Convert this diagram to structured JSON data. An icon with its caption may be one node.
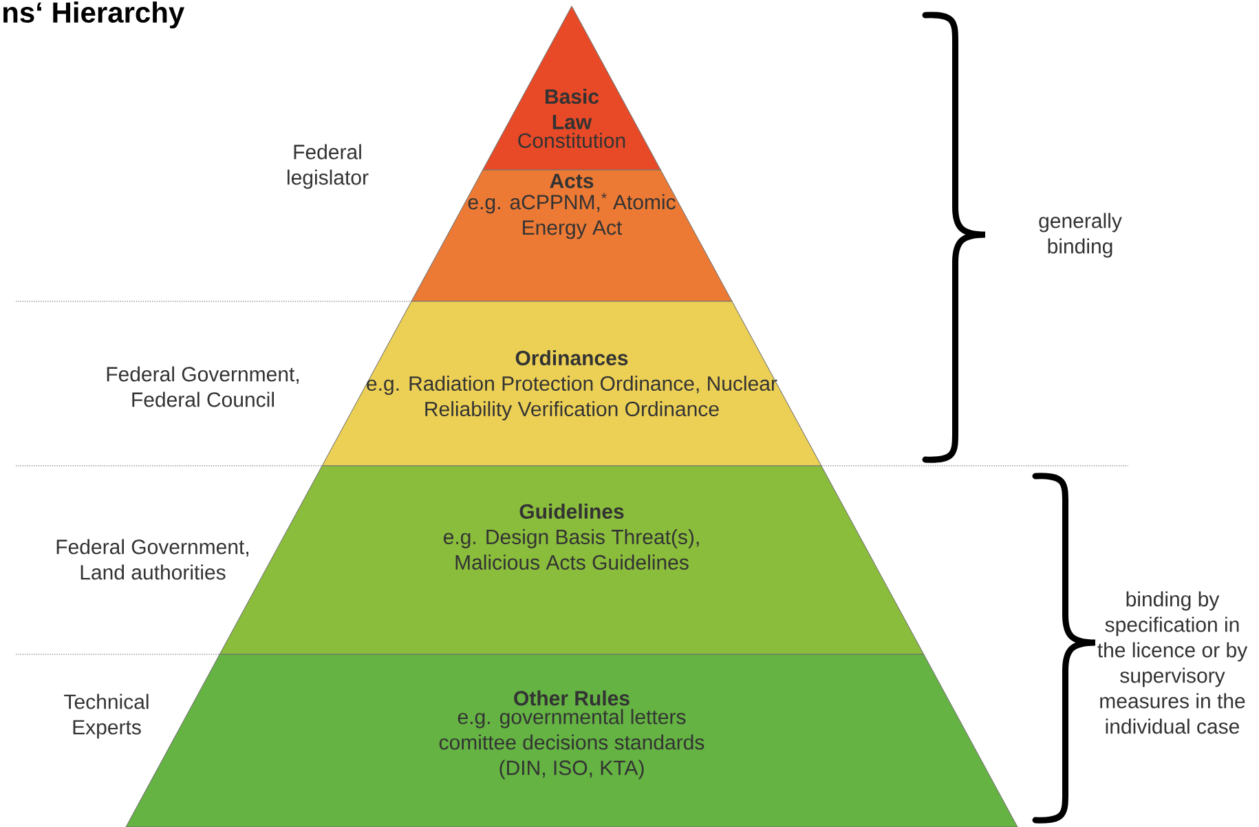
{
  "diagram": {
    "title": "ns‘ Hierarchy",
    "nodes": [
      {
        "text": [
          "Basic Law",
          "Constitution"
        ]
      },
      {
        "text": [
          "Acts",
          "e.g. aCPPNM,$^{*}$ Atomic Energy Act"
        ]
      },
      {
        "text": [
          "Ordinances",
          "e.g. Radiation Protection Ordinance, Nuclear Reliability Verification Ordinance"
        ]
      },
      {
        "text": [
          "Guidelines",
          "e.g. Design Basis Threat(s), Malicious Acts Guidelines"
        ]
      },
      {
        "text": [
          "Other Rules",
          "e.g. governmental letters comittee decisions standards (DIN, ISO, KTA)"
        ]
      }
    ],
    "labels": [
      "Federal legislator",
      "Federal Government, Federal Council",
      "Federal Government, Land authorities",
      "Technical Experts",
      "generally binding",
      "binding by specification in the licence or by supervisory measures in the individual case"
    ]
  }
}
